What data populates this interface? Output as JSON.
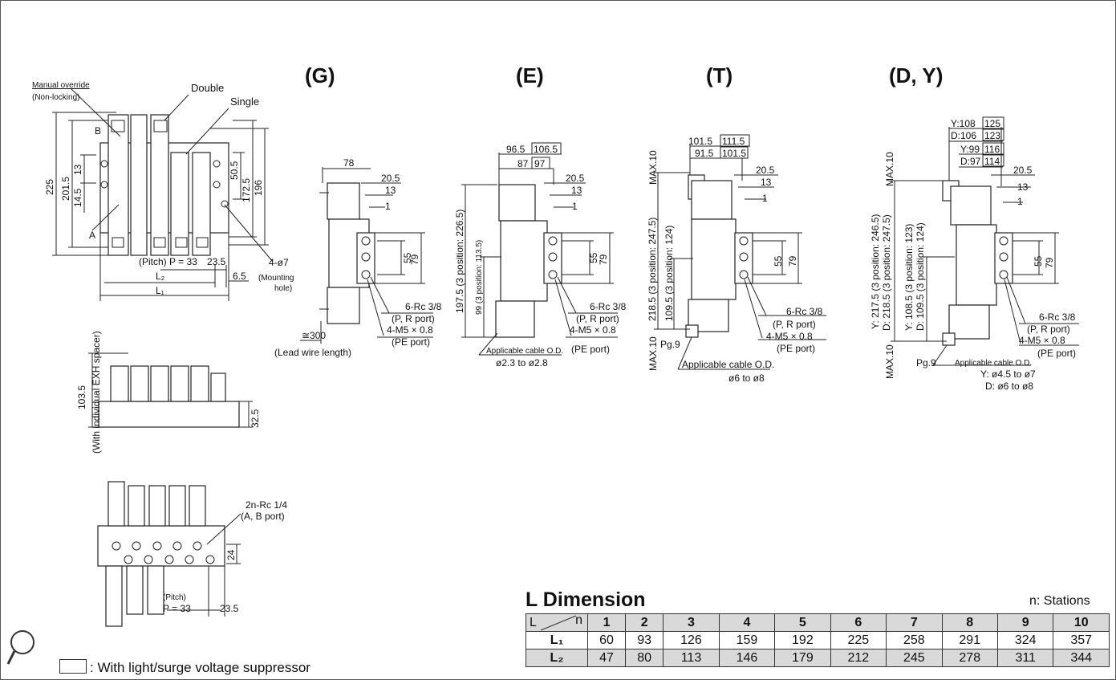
{
  "views": {
    "g": "(G)",
    "e": "(E)",
    "t": "(T)",
    "dy": "(D, Y)"
  },
  "left": {
    "manual_override": "Manual override",
    "non_locking": "(Non-locking)",
    "double": "Double",
    "single": "Single",
    "d225": "225",
    "d2015": "201.5",
    "d13": "13",
    "d145": "14.5",
    "b": "B",
    "a": "A",
    "d505": "50.5",
    "d1725": "172.5",
    "d196": "196",
    "pitch": "(Pitch) P = 33",
    "d235": "23.5",
    "l2": "L₂",
    "l1": "L₁",
    "d65": "6.5",
    "mount": "4-ø7",
    "mount2": "(Mounting",
    "mount3": "hole)",
    "spacer": "(With individual EXH spacer)",
    "d1035": "103.5",
    "d325": "32.5",
    "rc14": "2n-Rc 1/4",
    "ab": "(A, B port)",
    "d24": "24",
    "pitch2": "(Pitch)",
    "p33": "P = 33",
    "d235b": "23.5"
  },
  "g": {
    "d78": "78",
    "d205": "20.5",
    "d13": "13",
    "d1": "1",
    "d55": "55",
    "d79": "79",
    "rc38": "6-Rc 3/8",
    "pr": "(P, R port)",
    "m5": "4-M5 × 0.8",
    "pe": "(PE port)",
    "lead": "≅300",
    "leadlen": "(Lead wire length)"
  },
  "e": {
    "d965": "96.5",
    "d1065": "106.5",
    "d87": "87",
    "d97": "97",
    "d205": "20.5",
    "d13": "13",
    "d1": "1",
    "d55": "55",
    "d79": "79",
    "h1975": "197.5 (3 position: 226.5)",
    "h99": "99 (3 position: 113.5)",
    "rc38": "6-Rc 3/8",
    "pr": "(P, R port)",
    "m5": "4-M5 × 0.8",
    "pe": "(PE port)",
    "cable": "Applicable cable O.D.",
    "cablev": "ø2.3 to ø2.8"
  },
  "t": {
    "d1015": "101.5",
    "d1115": "111.5",
    "d915": "91.5",
    "d1015b": "101.5",
    "d205": "20.5",
    "d13": "13",
    "d1": "1",
    "d55": "55",
    "d79": "79",
    "max1": "MAX.10",
    "max2": "MAX.10",
    "h2185": "218.5 (3 position: 247.5)",
    "h1095": "109.5 (3 position: 124)",
    "rc38": "6-Rc 3/8",
    "pr": "(P, R port)",
    "m5": "4-M5 × 0.8",
    "pe": "(PE port)",
    "pg": "Pg.9",
    "cable": "Applicable cable O.D.",
    "cablev": "ø6 to ø8"
  },
  "dy": {
    "y108": "Y:108",
    "y125": "125",
    "d106": "D:106",
    "d123": "123",
    "y99": "Y:99",
    "y116": "116",
    "d97": "D:97",
    "d114": "114",
    "d205": "20.5",
    "d13": "13",
    "d1": "1",
    "d55": "55",
    "d79": "79",
    "max1": "MAX.10",
    "max2": "MAX.10",
    "hy": "Y: 217.5 (3 position: 246.5)",
    "hd": "D: 218.5 (3 position: 247.5)",
    "hy2": "Y: 108.5 (3 position: 123)",
    "hd2": "D: 109.5 (3 position: 124)",
    "rc38": "6-Rc 3/8",
    "pr": "(P, R port)",
    "m5": "4-M5 × 0.8",
    "pe": "(PE port)",
    "pg": "Pg.9",
    "cable": "Applicable cable O.D.",
    "cabley": "Y: ø4.5 to ø7",
    "cabled": "D: ø6 to ø8"
  },
  "table": {
    "title": "L Dimension",
    "stations_note": "n: Stations",
    "corner_l": "L",
    "corner_n": "n",
    "headers": [
      "1",
      "2",
      "3",
      "4",
      "5",
      "6",
      "7",
      "8",
      "9",
      "10"
    ],
    "rows": [
      {
        "label": "L₁",
        "values": [
          "60",
          "93",
          "126",
          "159",
          "192",
          "225",
          "258",
          "291",
          "324",
          "357"
        ]
      },
      {
        "label": "L₂",
        "values": [
          "47",
          "80",
          "113",
          "146",
          "179",
          "212",
          "245",
          "278",
          "311",
          "344"
        ]
      }
    ]
  },
  "legend": {
    "text": ": With light/surge voltage suppressor"
  }
}
